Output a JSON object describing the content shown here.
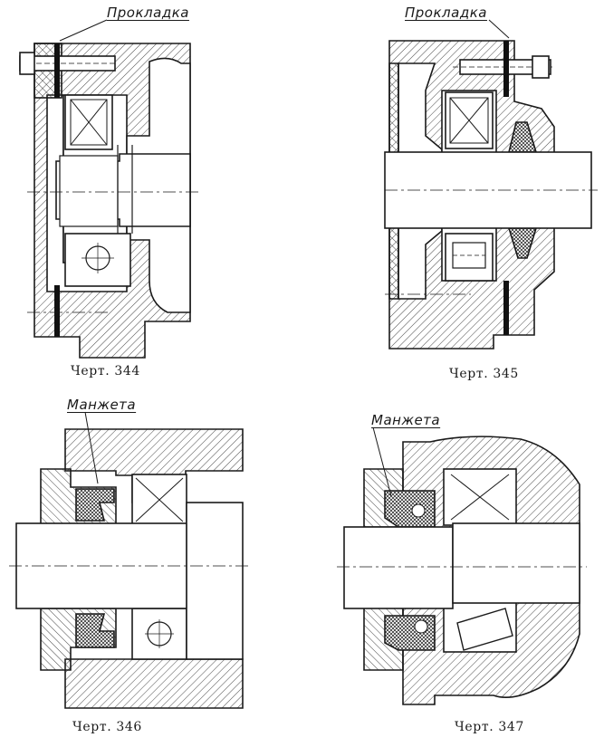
{
  "figures": [
    {
      "caption": "Черт. 344",
      "callout": "Прокладка"
    },
    {
      "caption": "Черт. 345",
      "callout": "Прокладка"
    },
    {
      "caption": "Черт. 346",
      "callout": "Манжета"
    },
    {
      "caption": "Черт. 347",
      "callout": "Манжета"
    }
  ],
  "colors": {
    "ink": "#1a1a1a",
    "paper": "#ffffff",
    "gasket": "#111111"
  }
}
